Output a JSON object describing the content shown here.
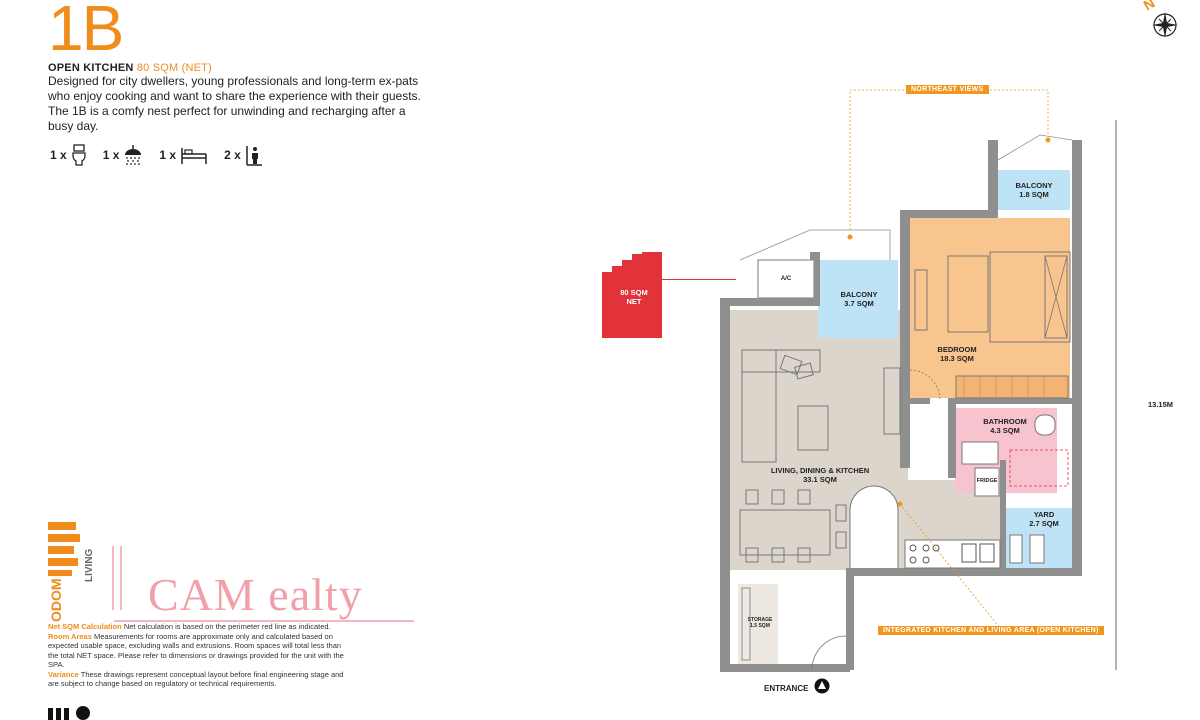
{
  "unit": {
    "code": "1B",
    "type_label": "OPEN KITCHEN",
    "area_label": "80 SQM (NET)",
    "description": "Designed for city dwellers, young professionals and long-term ex-pats who enjoy cooking and want to share the experience with their guests. The 1B is a comfy nest perfect for unwinding and recharging after a busy day."
  },
  "amenities": [
    {
      "count": "1 x",
      "icon": "toilet-icon"
    },
    {
      "count": "1 x",
      "icon": "shower-icon"
    },
    {
      "count": "1 x",
      "icon": "bed-icon"
    },
    {
      "count": "2 x",
      "icon": "person-icon"
    }
  ],
  "notes": {
    "net_key": "Net SQM Calculation",
    "net_text": " Net calculation is based on the perimeter red line as indicated.",
    "rooms_key": "Room Areas",
    "rooms_text": " Measurements for rooms are approximate only and calculated based on expected usable space, excluding walls and extrusions. Room spaces will total less than the total NET space. Please refer to dimensions or drawings provided for the unit with the SPA.",
    "variance_key": "Variance",
    "variance_text": " These drawings represent conceptual layout before final engineering stage and are subject to change based on regulatory or technical requirements."
  },
  "logo": {
    "odom": "ODOM",
    "living": "LIVING"
  },
  "watermark": "CAM    ealty",
  "key_plan": {
    "line1": "80 SQM",
    "line2": "NET"
  },
  "rooms": {
    "ac": "A/C",
    "balcony1_name": "BALCONY",
    "balcony1_area": "3.7 SQM",
    "balcony2_name": "BALCONY",
    "balcony2_area": "1.8 SQM",
    "bedroom_name": "BEDROOM",
    "bedroom_area": "18.3 SQM",
    "bathroom_name": "BATHROOM",
    "bathroom_area": "4.3 SQM",
    "living_name": "LIVING, DINING & KITCHEN",
    "living_area": "33.1 SQM",
    "fridge": "FRIDGE",
    "yard_name": "YARD",
    "yard_area": "2.7 SQM",
    "storage_name": "STORAGE",
    "storage_area": "1.5 SQM"
  },
  "annotations": {
    "northeast": "NORTHEAST VIEWS",
    "integrated": "INTEGRATED KITCHEN AND LIVING AREA (OPEN KITCHEN)",
    "entrance": "ENTRANCE",
    "dimension": "13.15M"
  },
  "compass": {
    "letter": "N"
  },
  "colors": {
    "accent": "#f08c1c",
    "wall": "#8f8f8f",
    "bedroom": "#f9c58e",
    "living": "#dcd5cc",
    "balcony": "#bfe3f6",
    "bathroom": "#f6c3cf",
    "keyplan": "#e2323a"
  }
}
